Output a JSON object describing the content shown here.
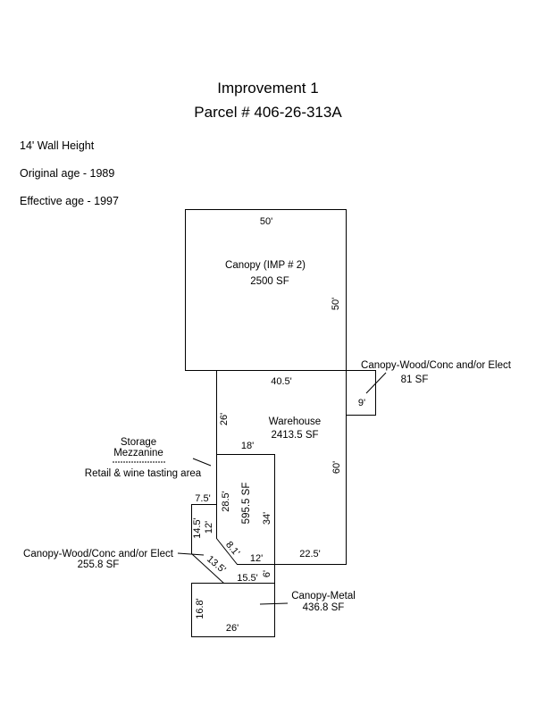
{
  "title": "Improvement 1",
  "parcel": "Parcel # 406-26-313A",
  "notes": {
    "wall_height": "14' Wall Height",
    "original_age": "Original age - 1989",
    "effective_age": "Effective age - 1997"
  },
  "canopy_imp2": {
    "name": "Canopy (IMP # 2)",
    "area": "2500 SF",
    "top": "50'",
    "right": "50'"
  },
  "canopy_wood_right": {
    "name": "Canopy-Wood/Conc and/or Elect",
    "area": "81 SF",
    "side": "9'"
  },
  "warehouse": {
    "name": "Warehouse",
    "area": "2413.5 SF",
    "top": "40.5'",
    "left": "26'",
    "right": "60'",
    "bottom": "22.5'"
  },
  "storage": {
    "line1": "Storage",
    "line2": "Mezzanine",
    "line3": "Retail & wine tasting area"
  },
  "retail": {
    "area": "595.5 SF",
    "top": "18'",
    "left": "28.5'",
    "right": "34'",
    "diagonal": "8.1'",
    "bottom": "12'",
    "small_right": "6'",
    "inner_left": "12'"
  },
  "canopy_wood_left": {
    "name": "Canopy-Wood/Conc and/or Elect",
    "area": "255.8 SF",
    "top": "7.5'",
    "left": "14.5'",
    "diagonal": "13.5'",
    "bottom": "15.5'"
  },
  "canopy_metal": {
    "name": "Canopy-Metal",
    "area": "436.8 SF",
    "left": "16.8'",
    "bottom": "26'"
  }
}
